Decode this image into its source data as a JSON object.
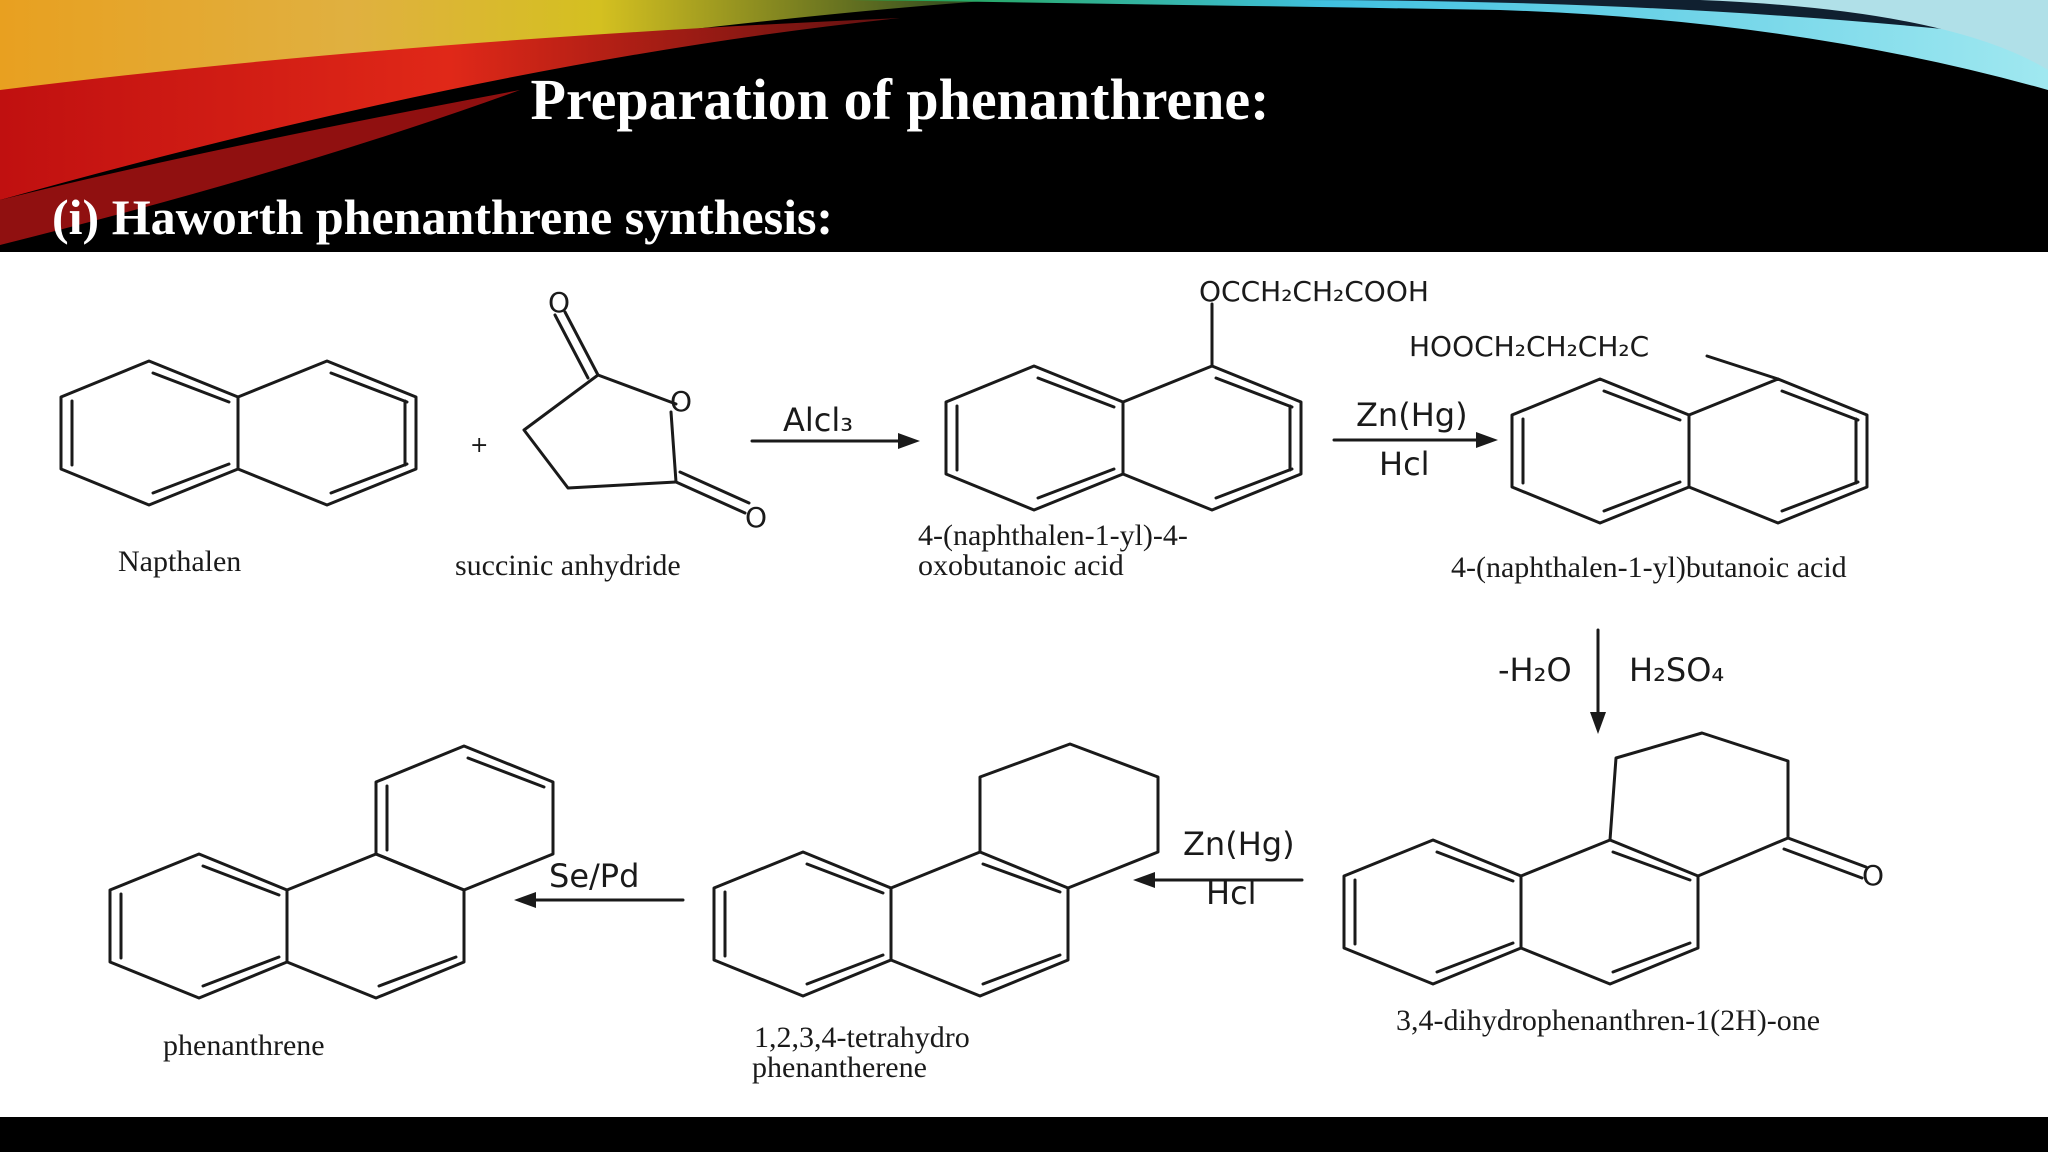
{
  "slide": {
    "title": "Preparation of phenanthrene:",
    "subtitle": "(i) Haworth phenanthrene synthesis:"
  },
  "scheme": {
    "compounds": {
      "naphthalene": "Napthalen",
      "succinic_anhydride": "succinic anhydride",
      "keto_acid_line1": "4-(naphthalen-1-yl)-4-",
      "keto_acid_line2": "oxobutanoic acid",
      "butanoic_acid": "4-(naphthalen-1-yl)butanoic acid",
      "ketone": "3,4-dihydrophenanthren-1(2H)-one",
      "tetrahydro_line1": "1,2,3,4-tetrahydro",
      "tetrahydro_line2": "phenantherene",
      "phenanthrene": "phenanthrene"
    },
    "atoms": {
      "plus": "+",
      "anhydride_o_top": "O",
      "anhydride_o_ring": "O",
      "anhydride_o_bottom": "O",
      "keto_substituent": "OCCH₂CH₂COOH",
      "acid_substituent": "HOOCH₂CH₂CH₂C",
      "ketone_o": "O"
    },
    "reagents": {
      "step1": "Alcl₃",
      "step2_top": "Zn(Hg)",
      "step2_bottom": "Hcl",
      "step3_left": "-H₂O",
      "step3_right": "H₂SO₄",
      "step4_top": "Zn(Hg)",
      "step4_bottom": "Hcl",
      "step5": "Se/Pd"
    }
  }
}
